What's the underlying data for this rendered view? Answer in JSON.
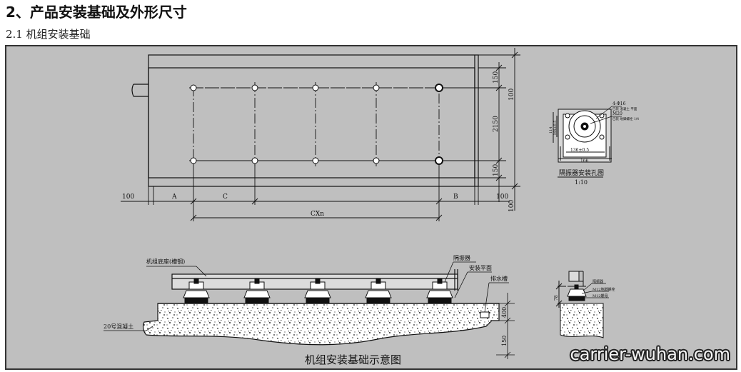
{
  "section_title": "2、产品安装基础及外形尺寸",
  "subsection_title": "2.1 机组安装基础",
  "plan": {
    "dim_top_right": "150",
    "dim_middle_right": "2150",
    "dim_bottom_right": "150",
    "dim_right_outer_top": "100",
    "dim_right_outer_bottom": "100",
    "dim_left": "100",
    "dim_right": "100",
    "label_a": "A",
    "label_b": "B",
    "label_c": "C",
    "label_cxn": "CXn"
  },
  "detail": {
    "note1": "4-Φ16",
    "note1b": "已装 混凝土 平面",
    "note2": "M20",
    "note2b": "已装 地脚螺栓 1/4",
    "dim_inner": "136±0.5",
    "dim_outer": "166",
    "dim_v_outer": "114",
    "dim_v_inner": "M4±0.5",
    "caption": "隔振器安装孔图",
    "scale": "1:10"
  },
  "section": {
    "label_base": "机组底座(槽钢)",
    "label_isolator": "隔振器",
    "label_plane": "安装平面",
    "label_drain": "排水槽",
    "label_concrete": "20号混凝土",
    "dim_400": "400",
    "dim_150": "150"
  },
  "side_detail": {
    "dim_78": "78",
    "note1": "隔振器",
    "note2": "M12地脚螺栓",
    "note3": "M12螺母"
  },
  "diagram_caption": "机组安装基础示意图",
  "watermark": "carrier-wuhan.com"
}
